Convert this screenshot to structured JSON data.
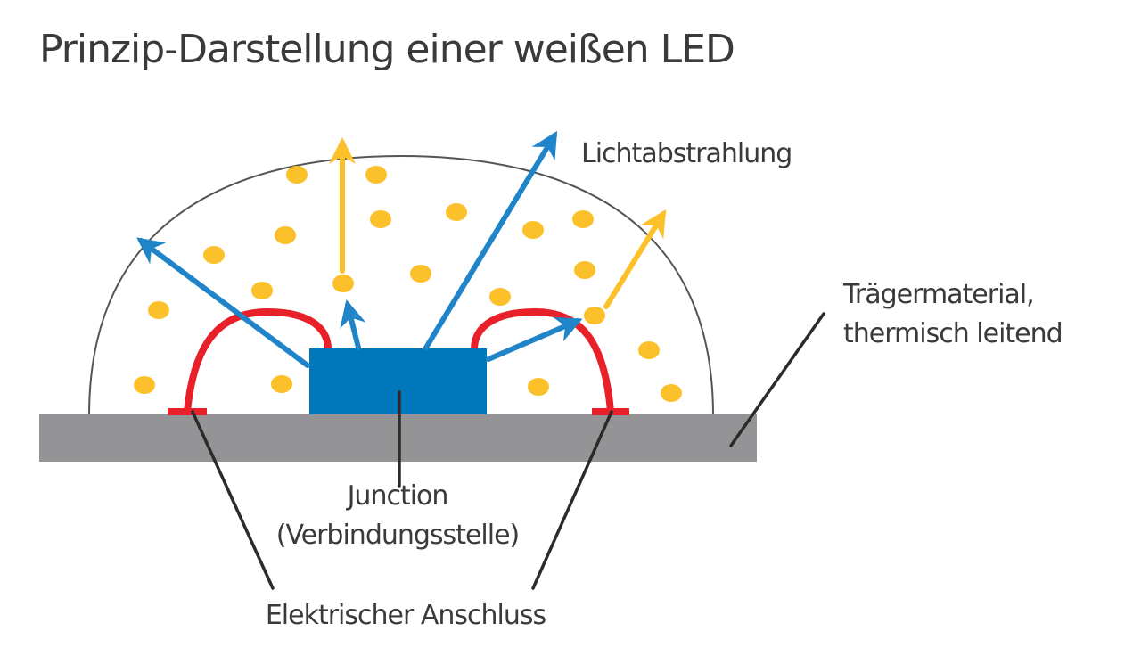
{
  "title": "Prinzip-Darstellung einer weißen LED",
  "labels": {
    "light_emission": "Lichtabstrahlung",
    "substrate_line1": "Trägermaterial,",
    "substrate_line2": "thermisch leitend",
    "junction_line1": "Junction",
    "junction_line2": "(Verbindungsstelle)",
    "electrical_connection": "Elektrischer Anschluss"
  },
  "colors": {
    "substrate": "#949497",
    "chip": "#0077bb",
    "wire": "#e8202a",
    "phosphor": "#fbc02a",
    "blue_arrow": "#1f84c8",
    "yellow_arrow": "#fbc02a",
    "leader": "#2b2b2b",
    "dome": "#555555"
  }
}
